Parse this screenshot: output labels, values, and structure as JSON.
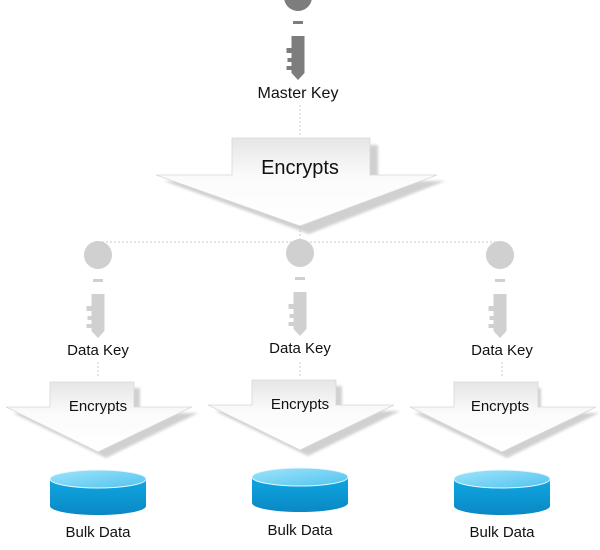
{
  "master": {
    "label": "Master Key",
    "arrow_label": "Encrypts"
  },
  "branches": [
    {
      "key_label": "Data Key",
      "arrow_label": "Encrypts",
      "store_label": "Bulk Data"
    },
    {
      "key_label": "Data Key",
      "arrow_label": "Encrypts",
      "store_label": "Bulk Data"
    },
    {
      "key_label": "Data Key",
      "arrow_label": "Encrypts",
      "store_label": "Bulk Data"
    }
  ],
  "colors": {
    "master_key": "#7d7d7d",
    "data_key": "#cfcfcf",
    "arrow_fill": "#f4f4f4",
    "arrow_shadow": "#bdbdbd",
    "connector": "#c8c8c8",
    "cylinder_top": "#6fd2f4",
    "cylinder_body": "#0a9ad7"
  },
  "icons": {
    "master": "key-icon",
    "data": "key-icon",
    "store": "database-icon"
  }
}
